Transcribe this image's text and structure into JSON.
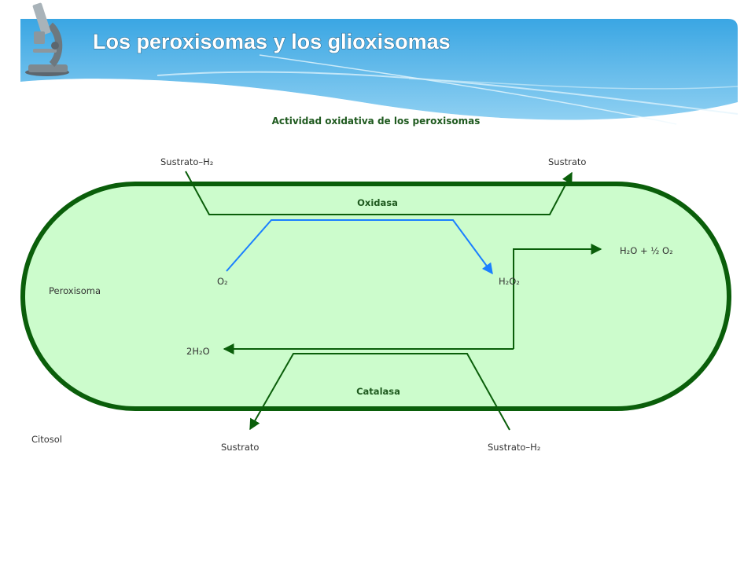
{
  "header": {
    "title": "Los peroxisomas y los glioxisomas",
    "icon": "microscope-icon"
  },
  "diagram": {
    "subtitle": "Actividad oxidativa de los peroxisomas",
    "compartments": {
      "inner": "Peroxisoma",
      "outer": "Citosol"
    },
    "oxidase": {
      "enzyme": "Oxidasa",
      "substrate_in": "Sustrato–H₂",
      "substrate_out": "Sustrato",
      "o2": "O₂",
      "h2o2": "H₂O₂"
    },
    "catalase": {
      "enzyme": "Catalasa",
      "product": "H₂O + ½ O₂",
      "water": "2H₂O",
      "substrate_out": "Sustrato",
      "substrate_in": "Sustrato–H₂"
    }
  },
  "colors": {
    "membrane": "#0a5e0a",
    "lumen": "#ccfccc",
    "oxygen_path": "#1a7fff",
    "header_blue": "#3aa6e3"
  }
}
